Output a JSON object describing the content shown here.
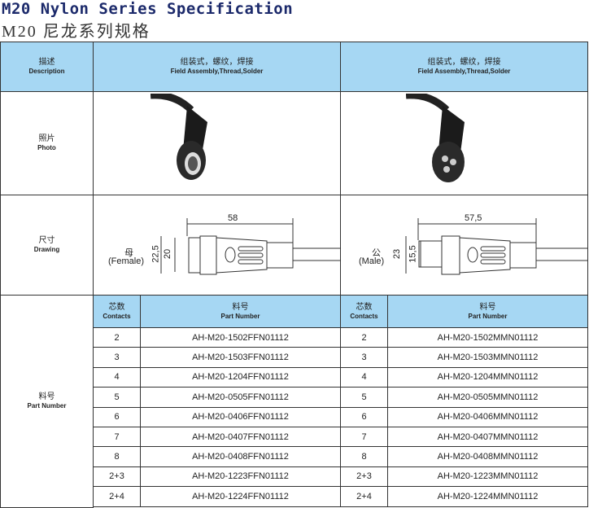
{
  "title": "M20 Nylon Series Specification",
  "subtitle": "M20 尼龙系列规格",
  "header": {
    "desc_cn": "描述",
    "desc_en": "Description",
    "col_cn": "组装式，螺纹，焊接",
    "col_en": "Field Assembly,Thread,Solder"
  },
  "photo": {
    "cn": "照片",
    "en": "Photo"
  },
  "drawing": {
    "cn": "尺寸",
    "en": "Drawing",
    "female": {
      "label_cn": "母",
      "label_en": "(Female)",
      "length": "58",
      "d1": "22,5",
      "d2": "20"
    },
    "male": {
      "label_cn": "公",
      "label_en": "(Male)",
      "length": "57,5",
      "d1": "23",
      "d2": "15,5"
    }
  },
  "part": {
    "cn": "料号",
    "en": "Part Number",
    "contacts_cn": "芯数",
    "contacts_en": "Contacts",
    "pn_cn": "料号",
    "pn_en": "Part Number"
  },
  "rows": [
    {
      "c": "2",
      "f": "AH-M20-1502FFN01112",
      "m": "AH-M20-1502MMN01112"
    },
    {
      "c": "3",
      "f": "AH-M20-1503FFN01112",
      "m": "AH-M20-1503MMN01112"
    },
    {
      "c": "4",
      "f": "AH-M20-1204FFN01112",
      "m": "AH-M20-1204MMN01112"
    },
    {
      "c": "5",
      "f": "AH-M20-0505FFN01112",
      "m": "AH-M20-0505MMN01112"
    },
    {
      "c": "6",
      "f": "AH-M20-0406FFN01112",
      "m": "AH-M20-0406MMN01112"
    },
    {
      "c": "7",
      "f": "AH-M20-0407FFN01112",
      "m": "AH-M20-0407MMN01112"
    },
    {
      "c": "8",
      "f": "AH-M20-0408FFN01112",
      "m": "AH-M20-0408MMN01112"
    },
    {
      "c": "2+3",
      "f": "AH-M20-1223FFN01112",
      "m": "AH-M20-1223MMN01112"
    },
    {
      "c": "2+4",
      "f": "AH-M20-1224FFN01112",
      "m": "AH-M20-1224MMN01112"
    }
  ]
}
